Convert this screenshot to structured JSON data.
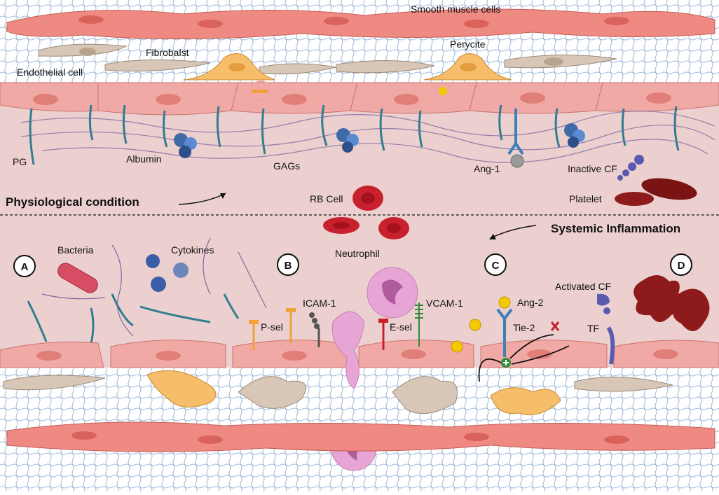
{
  "labels": {
    "smooth_muscle": "Smooth muscle cells",
    "fibroblast": "Fibrobalst",
    "perycite": "Perycite",
    "endothelial": "Endothelial cell",
    "pg": "PG",
    "albumin": "Albumin",
    "gags": "GAGs",
    "ang1": "Ang-1",
    "inactive_cf": "Inactive CF",
    "platelet": "Platelet",
    "rb_cell": "RB Cell",
    "neutrophil": "Neutrophil",
    "bacteria": "Bacteria",
    "cytokines": "Cytokines",
    "icam1": "ICAM-1",
    "psel": "P-sel",
    "esel": "E-sel",
    "vcam1": "VCAM-1",
    "ang2": "Ang-2",
    "tie2": "Tie-2",
    "activated_cf": "Activated CF",
    "tf": "TF"
  },
  "sections": {
    "physiological": "Physiological condition",
    "systemic": "Systemic Inflammation"
  },
  "panels": {
    "a": "A",
    "b": "B",
    "c": "C",
    "d": "D"
  },
  "colors": {
    "vessel_wall": "#ecd0cf",
    "endothelium": "#f1a9a5",
    "smooth_muscle": "#ef8a83",
    "pericyte": "#f6bd6a",
    "fibroblast": "#d8c7b6",
    "glycocalyx": "#2f7d8f",
    "rbc": "#c8202c",
    "neutrophil": "#e7a5d6",
    "platelet": "#7a1414"
  }
}
